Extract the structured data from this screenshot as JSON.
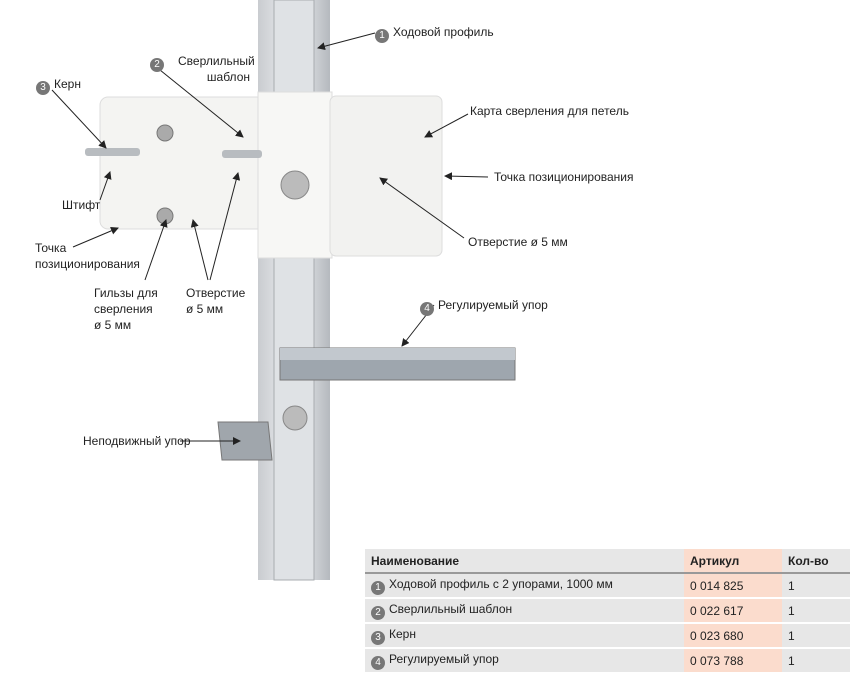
{
  "labels": {
    "profile": {
      "num": "1",
      "text": "Ходовой профиль"
    },
    "template": {
      "num": "2",
      "text1": "Сверлильный",
      "text2": "шаблон"
    },
    "kern": {
      "num": "3",
      "text": "Керн"
    },
    "hinge_card": "Карта сверления для петель",
    "pos_point_right": "Точка позиционирования",
    "hole_right": "Отверстие ø 5 мм",
    "pin": "Штифт",
    "pos_point_left1": "Точка",
    "pos_point_left2": "позиционирования",
    "sleeves1": "Гильзы для",
    "sleeves2": "сверления",
    "sleeves3": "ø 5 мм",
    "hole_left1": "Отверстие",
    "hole_left2": "ø 5 мм",
    "adjustable": {
      "num": "4",
      "text": "Регулируемый упор"
    },
    "fixed": "Неподвижный упор"
  },
  "table": {
    "headers": [
      "Наименование",
      "Артикул",
      "Кол-во"
    ],
    "rows": [
      {
        "num": "1",
        "name": "Ходовой профиль с 2 упорами, 1000 мм",
        "article": "0 014 825",
        "qty": "1"
      },
      {
        "num": "2",
        "name": "Сверлильный шаблон",
        "article": "0 022 617",
        "qty": "1"
      },
      {
        "num": "3",
        "name": "Керн",
        "article": "0 023 680",
        "qty": "1"
      },
      {
        "num": "4",
        "name": "Регулируемый упор",
        "article": "0 073 788",
        "qty": "1"
      }
    ]
  }
}
